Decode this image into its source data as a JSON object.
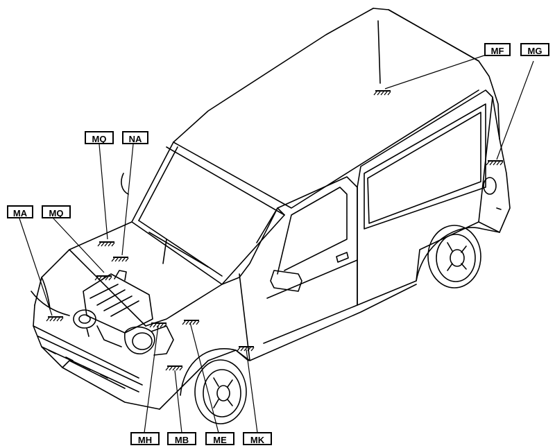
{
  "labels": {
    "mf": "MF",
    "mg": "MG",
    "mq_top": "MQ",
    "na": "NA",
    "ma": "MA",
    "mq_left": "MQ",
    "mh": "MH",
    "mb": "MB",
    "me": "ME",
    "mk": "MK"
  },
  "icons": {
    "ground": "ground-symbol-icon"
  },
  "colors": {
    "line": "#000000",
    "background": "#ffffff"
  }
}
